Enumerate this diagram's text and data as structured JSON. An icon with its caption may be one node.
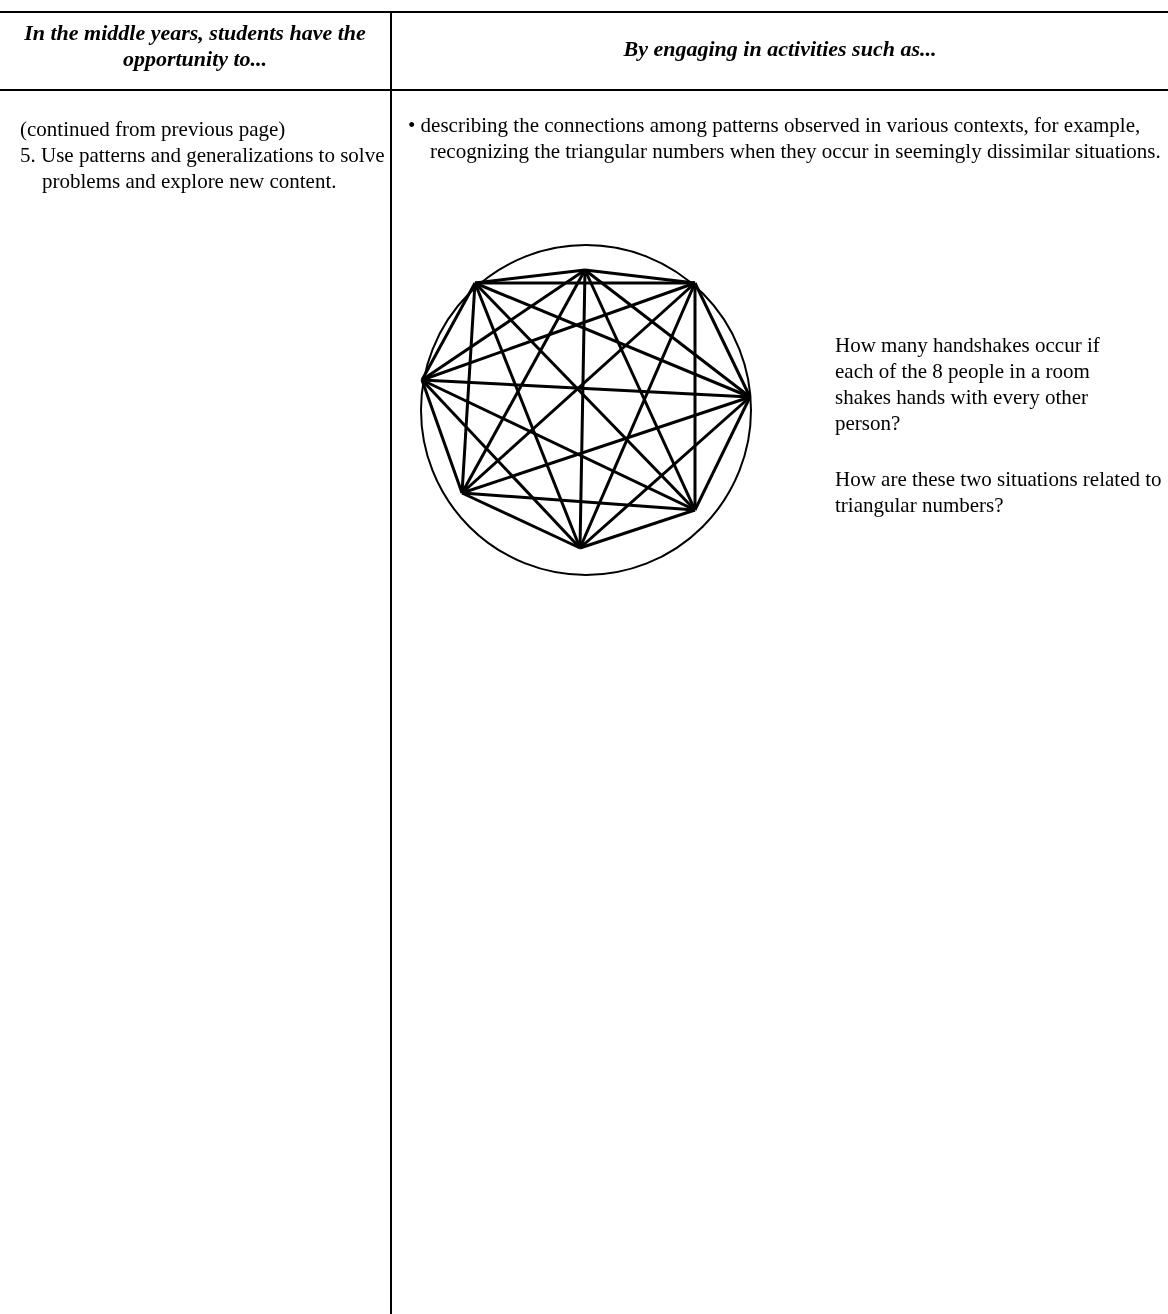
{
  "diagram": {
    "labels": [
      "In the middle years, students have the opportunity to...",
      "By engaging in activities such as...",
      "(continued from previous page)",
      "5. Use patterns and generalizations to solve problems and explore new content.",
      "• describing the connections among patterns observed in various contexts, for example, recognizing the triangular numbers when they occur in seemingly dissimilar situations.",
      "How many handshakes occur if each of the 8 people in a room shakes hands with every other person?",
      "How are these two situations related to triangular numbers?"
    ]
  }
}
